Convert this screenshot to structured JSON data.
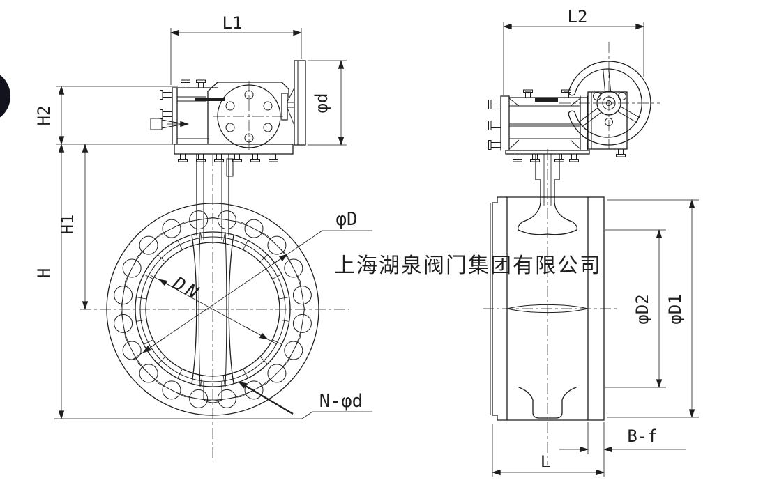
{
  "drawing": {
    "watermark": "上海湖泉阀门集团有限公司",
    "dimensions": {
      "l1": "L1",
      "phi_d_handwheel": "φd",
      "h2": "H2",
      "h1": "H1",
      "h": "H",
      "dn": "DN",
      "phi_d_boltcircle": "φD",
      "n_phi_d": "N-φd",
      "l2": "L2",
      "phi_d2": "φD2",
      "phi_d1": "φD1",
      "b_f": "B-f",
      "l": "L"
    },
    "colors": {
      "line": "#1e1e1e",
      "watermark": "#c8c8c8",
      "paper": "#ffffff",
      "punch_hole": "#13131d"
    }
  }
}
